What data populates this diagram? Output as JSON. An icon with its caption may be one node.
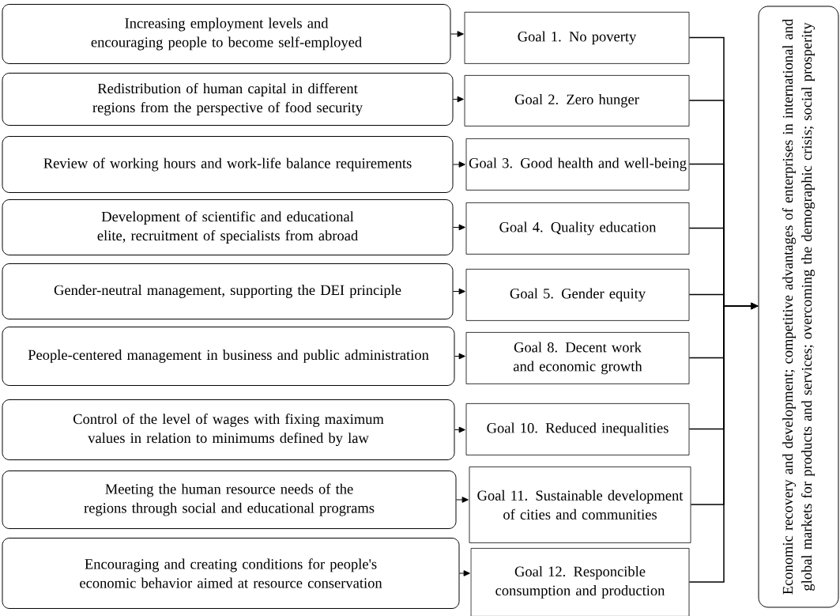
{
  "diagram": {
    "nodes": [
      {
        "text": [
          "Increasing employment levels and encouraging people to become self-employed"
        ]
      },
      {
        "text": [
          "Redistribution of human capital in different regions from the perspective of food security"
        ]
      },
      {
        "text": [
          "Review of working hours and work-life balance requirements"
        ]
      },
      {
        "text": [
          "Development of scientific and educational elite, recruitment of specialists from abroad"
        ]
      },
      {
        "text": [
          "Gender-neutral management, supporting the DEI principle"
        ]
      },
      {
        "text": [
          "People-centered management in business and public administration"
        ]
      },
      {
        "text": [
          "Control of the level of wages with fixing maximum values in relation to minimums defined by law"
        ]
      },
      {
        "text": [
          "Meeting the human resource needs of the regions through social and educational programs"
        ]
      },
      {
        "text": [
          "Encouraging and creating conditions for people's economic behavior aimed at resource conservation"
        ]
      },
      {
        "text": [
          "Goal 1. No poverty"
        ]
      },
      {
        "text": [
          "Goal 2. Zero hunger"
        ]
      },
      {
        "text": [
          "Goal 3. Good health and well-being"
        ]
      },
      {
        "text": [
          "Goal 4. Quality education"
        ]
      },
      {
        "text": [
          "Goal 5. Gender equity"
        ]
      },
      {
        "text": [
          "Goal 8. Decent work and economic growth"
        ]
      },
      {
        "text": [
          "Goal 10. Reduced inequalities"
        ]
      },
      {
        "text": [
          "Goal 11. Sustainable development of cities and communities"
        ]
      },
      {
        "text": [
          "Goal 12. Responcible consumption and production"
        ]
      },
      {
        "text": [
          "Economic recovery and development; competitive advantages of enterprises in international and global markets for products and services; overcoming the demographic crisis; social prosperity"
        ]
      }
    ],
    "edges": [
      {
        "from": 0,
        "to": 9,
        "arrow": "to"
      },
      {
        "from": 1,
        "to": 10,
        "arrow": "to"
      },
      {
        "from": 2,
        "to": 11,
        "arrow": "to"
      },
      {
        "from": 3,
        "to": 12,
        "arrow": "to"
      },
      {
        "from": 4,
        "to": 13,
        "arrow": "to"
      },
      {
        "from": 5,
        "to": 14,
        "arrow": "to"
      },
      {
        "from": 6,
        "to": 15,
        "arrow": "to"
      },
      {
        "from": 7,
        "to": 16,
        "arrow": "to"
      },
      {
        "from": 8,
        "to": 17,
        "arrow": "to"
      },
      {
        "from": 9,
        "to": 18,
        "arrow": "to"
      },
      {
        "from": 10,
        "to": 18,
        "arrow": "to"
      },
      {
        "from": 11,
        "to": 18,
        "arrow": "to"
      },
      {
        "from": 12,
        "to": 18,
        "arrow": "to"
      },
      {
        "from": 13,
        "to": 18,
        "arrow": "to"
      },
      {
        "from": 14,
        "to": 18,
        "arrow": "to"
      },
      {
        "from": 15,
        "to": 18,
        "arrow": "to"
      },
      {
        "from": 16,
        "to": 18,
        "arrow": "to"
      },
      {
        "from": 17,
        "to": 18,
        "arrow": "to"
      }
    ]
  }
}
